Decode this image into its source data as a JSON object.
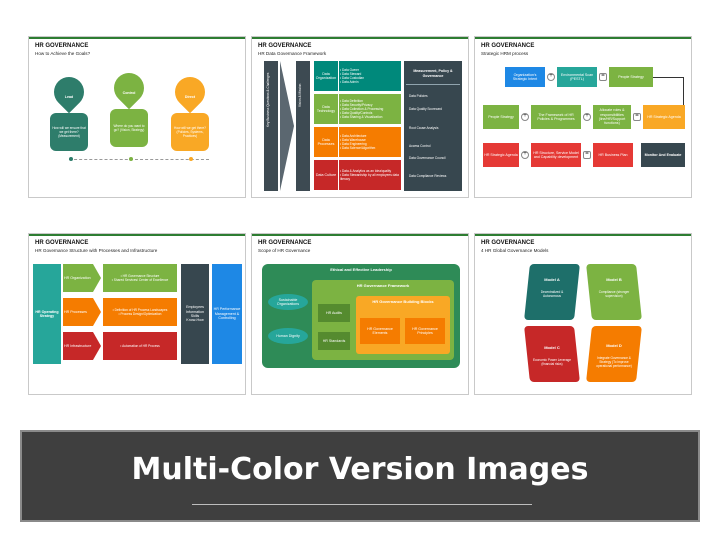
{
  "banner": {
    "title": "Multi-Color Version Images"
  },
  "slides": [
    {
      "title": "HR GOVERNANCE",
      "subtitle": "How to Achieve the Goals?",
      "pins": [
        {
          "label": "Lead",
          "text": "How will we ensure that we get there? (Measurement)",
          "color": "#2e7d6b"
        },
        {
          "label": "Control",
          "text": "Where do you want to go? (Vision, Strategy)",
          "color": "#7cb342"
        },
        {
          "label": "Direct",
          "text": "How will we get there? (Policies, Systems, Practices)",
          "color": "#f9a825"
        }
      ]
    },
    {
      "title": "HR GOVERNANCE",
      "subtitle": "HR Data Governance Framework",
      "side_left": "Key Business Questions & Challenges",
      "side_mid": "Vision & Mission",
      "rows": [
        {
          "label": "Data Organization",
          "items": "• Data Owner\n• Data Steward\n• Data Custodian\n• Data Admin",
          "color": "#00897b"
        },
        {
          "label": "Data Technology",
          "items": "• Data Definition\n• Data Security/Privacy\n• Data Collection & Processing\n• Data Quality/Controls\n• Data Sharing & Visualization",
          "color": "#7cb342"
        },
        {
          "label": "Data Processes",
          "items": "• Data Architecture\n• Data Warehouse\n• Data Engineering\n• Data Science/Algorithm",
          "color": "#f57c00"
        },
        {
          "label": "Data Culture",
          "items": "• Data & Analytics as an Idea/quality\n• Data Stewardship by all employees data literacy",
          "color": "#c62828"
        }
      ],
      "right_header": "Measurement, Policy & Governance",
      "right_items": [
        "Data Policies",
        "Data Quality Scorecard",
        "Root Cause Analysis",
        "Access Control",
        "Data Governance Council",
        "Data Compliance Reviews"
      ],
      "right_color": "#37474f"
    },
    {
      "title": "HR GOVERNANCE",
      "subtitle": "Strategic HRM process",
      "row1": [
        {
          "text": "Organization's Strategic Intent",
          "color": "#1e88e5"
        },
        {
          "text": "Environmental Scan (PESTL)",
          "color": "#26a69a"
        },
        {
          "text": "People Strategy",
          "color": "#7cb342"
        }
      ],
      "row2": [
        {
          "text": "People Strategy",
          "color": "#7cb342"
        },
        {
          "text": "The Framework of HR Policies & Programmes",
          "color": "#7cb342"
        },
        {
          "text": "Allocate roles & responsibilities (line/HR/Support functions)",
          "color": "#7cb342"
        },
        {
          "text": "HR Strategic Agenda",
          "color": "#f9a825"
        }
      ],
      "row3": [
        {
          "text": "HR Strategic Agenda",
          "color": "#e53935"
        },
        {
          "text": "HR Structure, Service Model and Capability development",
          "color": "#e53935"
        },
        {
          "text": "HR Business Plan",
          "color": "#e53935"
        },
        {
          "text": "Monitor And Evaluate",
          "color": "#37474f"
        }
      ]
    },
    {
      "title": "HR GOVERNANCE",
      "subtitle": "HR Governance Structure with Processes and Infrastructure",
      "left": "HR Operating Strategy",
      "rows": [
        {
          "label": "HR Organization",
          "text": "• HR Governance Structure\n• Shared Services/ Center of Excellence",
          "color": "#7cb342"
        },
        {
          "label": "HR Processes",
          "text": "• Definition of HR Process Landscapes\n• Process Design/Optimization",
          "color": "#f57c00"
        },
        {
          "label": "HR Infrastructure",
          "text": "• Automation of HR Process",
          "color": "#c62828"
        }
      ],
      "col1": "Employees\nInformation\nSkills\nKnow-How",
      "col2": "HR Performance Management & Controlling"
    },
    {
      "title": "HR GOVERNANCE",
      "subtitle": "Scope of HR Governance",
      "outer": "Ethical and Effective Leadership",
      "left_items": [
        "Sustainable Organizations",
        "Human Dignity"
      ],
      "framework": "HR Governance Framework",
      "mid_items": [
        "HR Audits",
        "HR Standards"
      ],
      "blocks_title": "HR Governance Building Blocks",
      "blocks": [
        "HR Governance Elements",
        "HR Governance Principles"
      ]
    },
    {
      "title": "HR GOVERNANCE",
      "subtitle": "4 HR Global Governance Models",
      "models": [
        {
          "name": "Model A",
          "text": "Decentralized & Autonomous",
          "color": "#1e6f6a"
        },
        {
          "name": "Model B",
          "text": "Compliance (stronger supervision)",
          "color": "#7cb342"
        },
        {
          "name": "Model C",
          "text": "Economic Power Leverage (financial risks)",
          "color": "#c62828"
        },
        {
          "name": "Model D",
          "text": "Integrate Governance & Strategy (To improve operational performance)",
          "color": "#f57c00"
        }
      ]
    }
  ]
}
